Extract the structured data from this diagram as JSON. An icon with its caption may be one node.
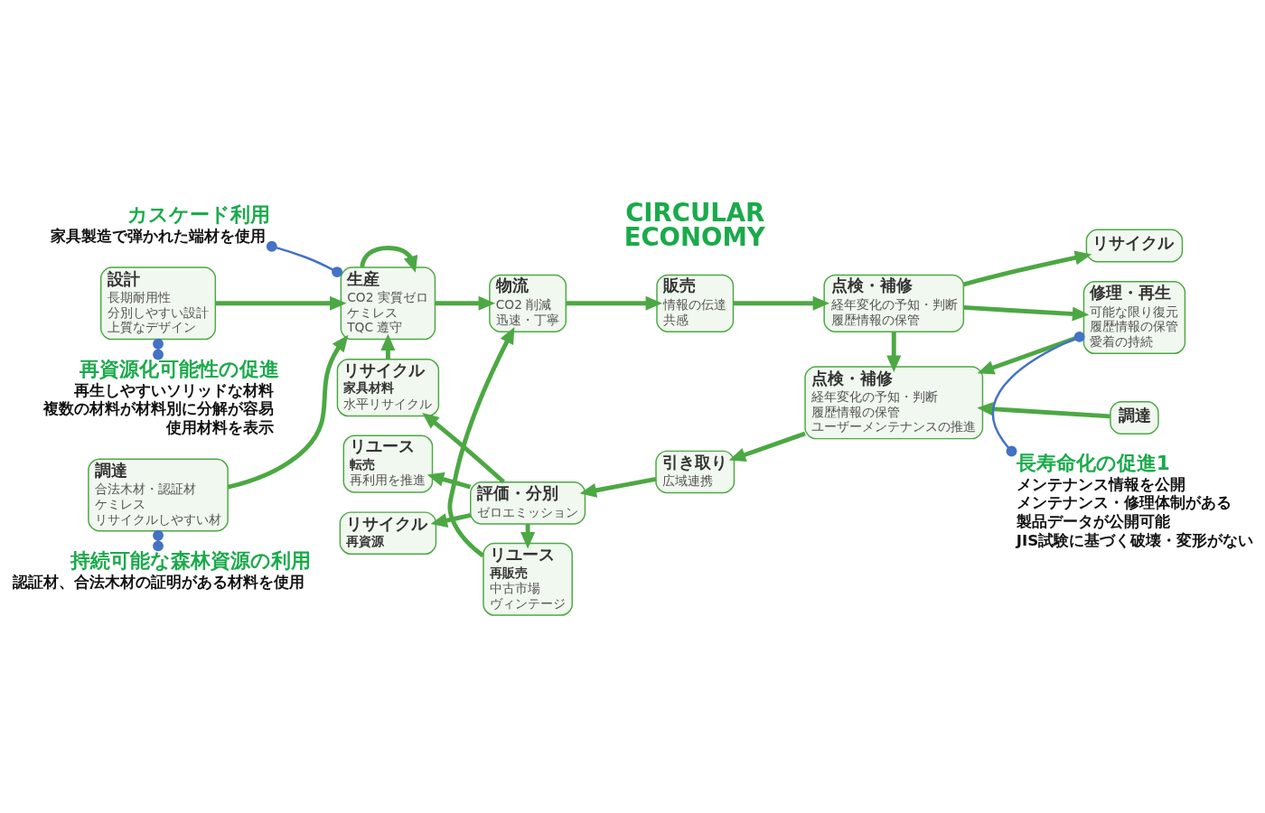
{
  "diagram": {
    "nodes": [
      {
        "text": [
          "設計",
          "長期耐用性",
          "分別しやすい設計",
          "上質なデザイン"
        ]
      },
      {
        "text": [
          "調達",
          "合法木材・認証材",
          "ケミレス",
          "リサイクルしやすい材"
        ]
      },
      {
        "text": [
          "生産",
          "CO2 実質ゼロ",
          "ケミレス",
          "TQC 遵守"
        ]
      },
      {
        "text": [
          "物流",
          "CO2 削減",
          "迅速・丁寧"
        ]
      },
      {
        "text": [
          "販売",
          "情報の伝達",
          "共感"
        ]
      },
      {
        "text": [
          "点検・補修",
          "経年変化の予知・判断",
          "履歴情報の保管"
        ]
      },
      {
        "text": [
          "リサイクル"
        ]
      },
      {
        "text": [
          "修理・再生",
          "可能な限り復元",
          "履歴情報の保管",
          "愛着の持続"
        ]
      },
      {
        "text": [
          "調達"
        ]
      },
      {
        "text": [
          "点検・補修",
          "経年変化の予知・判断",
          "履歴情報の保管",
          "ユーザーメンテナンスの推進"
        ]
      },
      {
        "text": [
          "引き取り",
          "広域連携"
        ]
      },
      {
        "text": [
          "評価・分別",
          "ゼロエミッション"
        ]
      },
      {
        "text": [
          "リサイクル",
          "家具材料",
          "水平リサイクル"
        ]
      },
      {
        "text": [
          "リユース",
          "再販売",
          "中古市場",
          "ヴィンテージ"
        ]
      },
      {
        "text": [
          "リユース",
          "転売",
          "再利用を推進"
        ]
      },
      {
        "text": [
          "リサイクル",
          "再資源"
        ]
      },
      {
        "text": [
          "カスケード利用",
          "家具製造で弾かれた端材を使用"
        ]
      },
      {
        "text": [
          "再資源化可能性の促進",
          "再生しやすいソリッドな材料",
          "複数の材料が材料別に分解が容易",
          "使用材料を表示"
        ]
      },
      {
        "text": [
          "持続可能な森林資源の利用",
          "認証材、合法木材の証明がある材料を使用"
        ]
      },
      {
        "text": [
          "長寿命化の促進1",
          "メンテナンス情報を公開",
          "メンテナンス・修理体制がある",
          "製品データが公開可能",
          "JIS試験に基づく破壊・変形がない"
        ]
      }
    ],
    "edges": [
      {
        "from": 0,
        "to": 2,
        "arrow": "to"
      },
      {
        "from": 1,
        "to": 2,
        "arrow": "to"
      },
      {
        "from": 2,
        "to": 2,
        "arrow": "to"
      },
      {
        "from": 2,
        "to": 3,
        "arrow": "to"
      },
      {
        "from": 3,
        "to": 4,
        "arrow": "to"
      },
      {
        "from": 4,
        "to": 5,
        "arrow": "to"
      },
      {
        "from": 5,
        "to": 6,
        "arrow": "to"
      },
      {
        "from": 5,
        "to": 7,
        "arrow": "to"
      },
      {
        "from": 5,
        "to": 9,
        "arrow": "to"
      },
      {
        "from": 7,
        "to": 9,
        "arrow": "to"
      },
      {
        "from": 8,
        "to": 9,
        "arrow": "to"
      },
      {
        "from": 9,
        "to": 10,
        "arrow": "to"
      },
      {
        "from": 10,
        "to": 11,
        "arrow": "to"
      },
      {
        "from": 11,
        "to": 13,
        "arrow": "to"
      },
      {
        "from": 11,
        "to": 12,
        "arrow": "to"
      },
      {
        "from": 11,
        "to": 14,
        "arrow": "to"
      },
      {
        "from": 11,
        "to": 15,
        "arrow": "to"
      },
      {
        "from": 12,
        "to": 2,
        "arrow": "to"
      },
      {
        "from": 13,
        "to": 3,
        "arrow": "to"
      },
      {
        "from": 16,
        "to": 2,
        "arrow": "other",
        "color": "#4472c4"
      },
      {
        "from": 17,
        "to": 0,
        "arrow": "other",
        "color": "#4472c4"
      },
      {
        "from": 18,
        "to": 1,
        "arrow": "other",
        "color": "#4472c4"
      },
      {
        "from": 19,
        "to": 7,
        "arrow": "other",
        "color": "#4472c4"
      }
    ],
    "labels": [
      "CIRCULAR ECONOMY"
    ]
  }
}
